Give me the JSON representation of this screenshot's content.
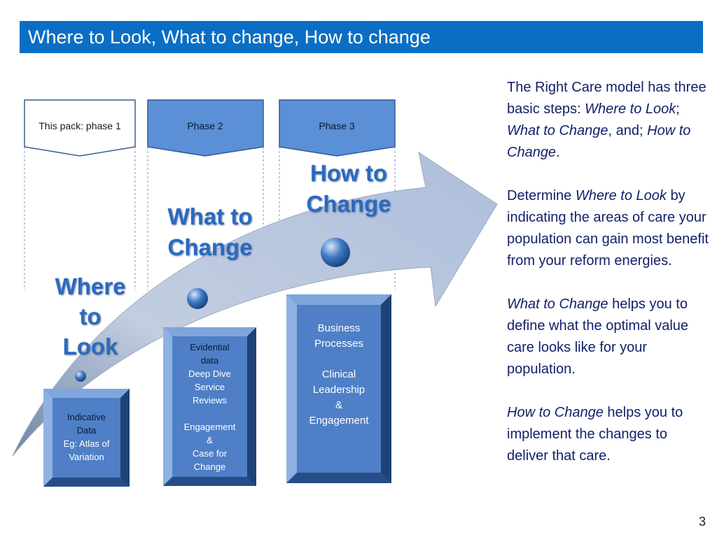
{
  "slide": {
    "title": "Where to Look, What to change, How to change",
    "page_number": "3"
  },
  "phases": [
    {
      "label": "This pack: phase 1"
    },
    {
      "label": "Phase 2"
    },
    {
      "label": "Phase 3"
    }
  ],
  "steps": {
    "look": {
      "line1": "Where",
      "line2": "to",
      "line3": "Look"
    },
    "what": {
      "line1": "What to",
      "line2": "Change"
    },
    "how": {
      "line1": "How to",
      "line2": "Change"
    }
  },
  "boxes": {
    "box1": {
      "line1": "Indicative",
      "line2": "Data",
      "line3": "Eg: Atlas of",
      "line4": "Variation"
    },
    "box2": {
      "line1": "Evidential",
      "line2": "data",
      "line3": "Deep Dive",
      "line4": "Service",
      "line5": "Reviews",
      "line6": "Engagement",
      "line7": "&",
      "line8": "Case for",
      "line9": "Change"
    },
    "box3": {
      "line1": "Business",
      "line2": "Processes",
      "line3": "Clinical",
      "line4": "Leadership",
      "line5": "&",
      "line6": "Engagement"
    }
  },
  "side_text": {
    "p1_a": "The Right Care model has three basic steps: ",
    "p1_b": "Where to Look",
    "p1_c": "; ",
    "p1_d": "What to Change",
    "p1_e": ", and; ",
    "p1_f": "How to Change",
    "p1_g": ".",
    "p2_a": "Determine ",
    "p2_b": "Where to Look",
    "p2_c": " by indicating the areas of care your population can gain most benefit from your reform energies.",
    "p3_a": "What to Change",
    "p3_b": " helps you to define what the optimal value care looks like for your population.",
    "p4_a": "How to Change",
    "p4_b": " helps you to implement the changes to deliver that care."
  },
  "colors": {
    "title_bar": "#0a6fc4",
    "box_fill": "#4f7fc6",
    "box_edge": "#2f5a9a",
    "text_blue": "#13216a",
    "step_label": "#2a6ac0"
  }
}
